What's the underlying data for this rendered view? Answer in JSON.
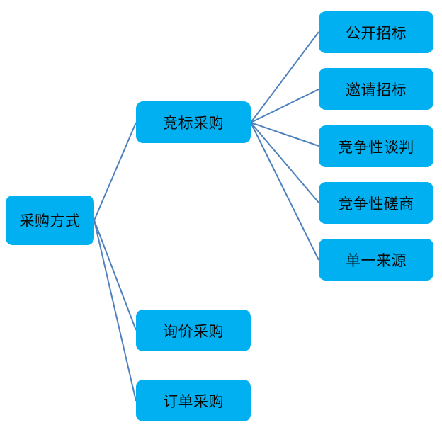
{
  "diagram": {
    "root": {
      "label": "采购方式"
    },
    "level1": [
      {
        "id": "jingbiao",
        "label": "竞标采购"
      },
      {
        "id": "xunjia",
        "label": "询价采购"
      },
      {
        "id": "dingdan",
        "label": "订单采购"
      }
    ],
    "level2": [
      {
        "parent": "jingbiao",
        "label": "公开招标"
      },
      {
        "parent": "jingbiao",
        "label": "邀请招标"
      },
      {
        "parent": "jingbiao",
        "label": "竞争性谈判"
      },
      {
        "parent": "jingbiao",
        "label": "竞争性磋商"
      },
      {
        "parent": "jingbiao",
        "label": "单一来源"
      }
    ]
  },
  "colors": {
    "node_fill": "#00b0f0",
    "connector": "#4f81bd",
    "text": "#0a0a0a"
  }
}
